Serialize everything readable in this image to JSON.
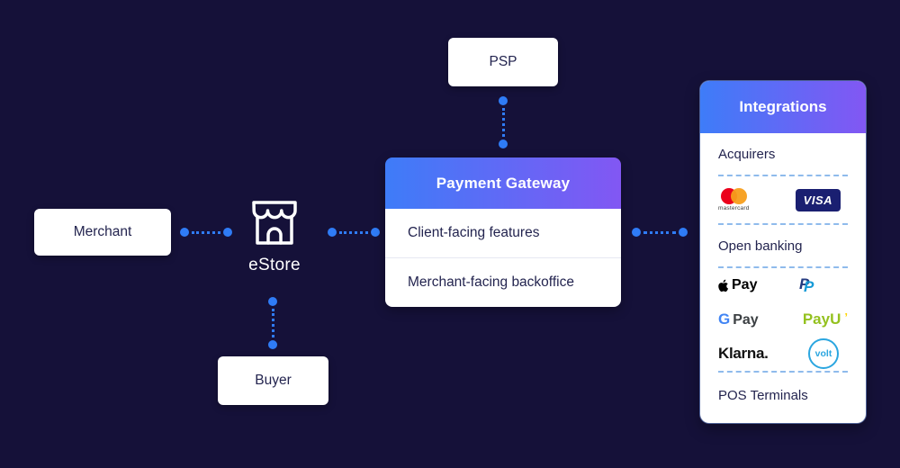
{
  "diagram": {
    "psp_label": "PSP",
    "merchant_label": "Merchant",
    "estore_label": "eStore",
    "buyer_label": "Buyer"
  },
  "gateway": {
    "title": "Payment Gateway",
    "rows": [
      "Client-facing features",
      "Merchant-facing backoffice"
    ]
  },
  "integrations": {
    "title": "Integrations",
    "sections": {
      "acquirers": "Acquirers",
      "open_banking": "Open banking",
      "pos": "POS Terminals"
    },
    "logos": {
      "mastercard": "mastercard",
      "visa": "VISA",
      "apple_pay": "Pay",
      "paypal": "P",
      "google_g": "G",
      "google_pay": "Pay",
      "payu": "PayU",
      "payu_accent": "’",
      "klarna": "Klarna.",
      "volt": "volt"
    }
  },
  "colors": {
    "background": "#151139",
    "accent": "#2F7CF6",
    "gradient_start": "#3E7CF8",
    "gradient_end": "#8257F3"
  }
}
